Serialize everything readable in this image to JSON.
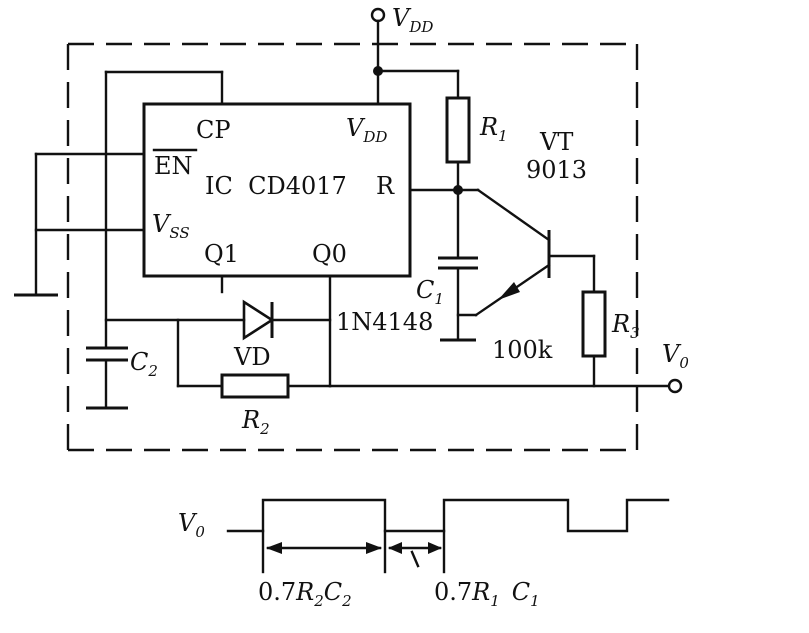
{
  "supply": {
    "vdd_main": "V",
    "vdd_sub": "DD"
  },
  "ic": {
    "pin_cp": "CP",
    "pin_en": "EN",
    "name": "IC  CD4017",
    "pin_vdd_main": "V",
    "pin_vdd_sub": "DD",
    "pin_r": "R",
    "pin_vss_main": "V",
    "pin_vss_sub": "SS",
    "pin_q1": "Q1",
    "pin_q0": "Q0"
  },
  "components": {
    "r1_main": "R",
    "r1_sub": "1",
    "vt_label": "VT",
    "vt_part": "9013",
    "c1_main": "C",
    "c1_sub": "1",
    "r3_main": "R",
    "r3_sub": "3",
    "r3_value": "100k",
    "c2_main": "C",
    "c2_sub": "2",
    "diode_label": "VD",
    "diode_part": "1N4148",
    "r2_main": "R",
    "r2_sub": "2",
    "vo_main": "V",
    "vo_sub": "0"
  },
  "waveform": {
    "label_main": "V",
    "label_sub": "0",
    "t1_prefix": "0.7",
    "t1_r": "R",
    "t1_r_sub": "2",
    "t1_c": "C",
    "t1_c_sub": "2",
    "t2_prefix": "0.7",
    "t2_r": "R",
    "t2_r_sub": "1",
    "t2_c": "C",
    "t2_c_sub": "1"
  }
}
